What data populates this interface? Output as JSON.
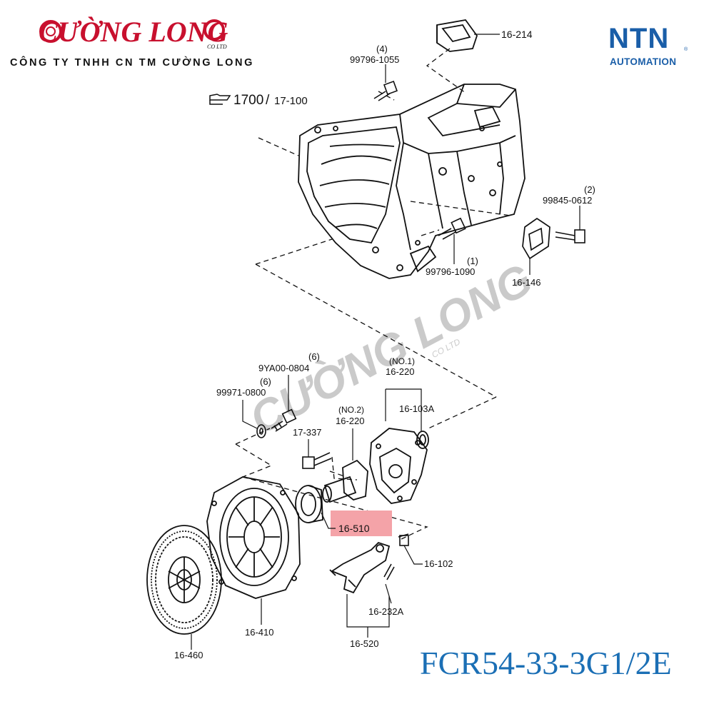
{
  "header": {
    "brand_logo_text": "CƯỜNG LONG",
    "brand_logo_sub": "CO LTD",
    "company_name": "CÔNG TY TNHH CN TM CƯỜNG LONG",
    "partner_logo": "NTN",
    "partner_sub": "AUTOMATION",
    "registered_mark": "®"
  },
  "watermark": {
    "text": "CƯỜNG LONG",
    "sub": "CO LTD"
  },
  "footer": {
    "model_code": "FCR54-33-3G1/2E"
  },
  "colors": {
    "brand_red": "#c8102e",
    "partner_blue": "#1a5ea8",
    "model_blue": "#1b6fb5",
    "highlight": "#f4a3a8"
  },
  "callouts": {
    "assembly_ref": "1700",
    "assembly_sep": "/",
    "assembly_sub": "17-100",
    "p16_214": "16-214",
    "q4": "(4)",
    "p99796_1055": "99796-1055",
    "q2": "(2)",
    "p99845_0612": "99845-0612",
    "q1": "(1)",
    "p99796_1090": "99796-1090",
    "p16_146": "16-146",
    "q6a": "(6)",
    "p9ya00_0804": "9YA00-0804",
    "q6b": "(6)",
    "p99971_0800": "99971-0800",
    "p17_337": "17-337",
    "no1": "(NO.1)",
    "p16_220a": "16-220",
    "p16_103a": "16-103A",
    "no2": "(NO.2)",
    "p16_220b": "16-220",
    "p16_510": "16-510",
    "p16_102": "16-102",
    "p16_232a": "16-232A",
    "p16_520": "16-520",
    "p16_410": "16-410",
    "p16_460": "16-460"
  }
}
